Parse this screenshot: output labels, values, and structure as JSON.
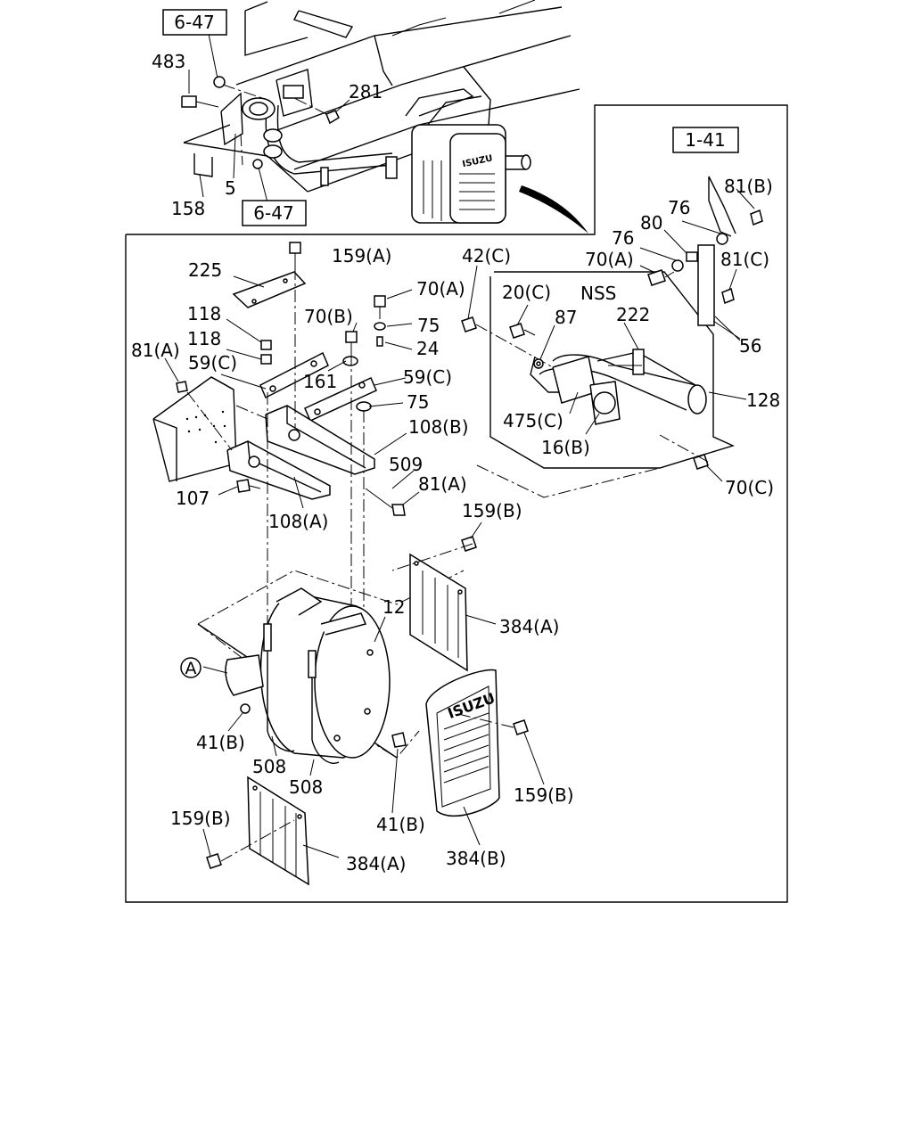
{
  "refs": {
    "r647_top": "6-47",
    "r647_bottom": "6-47",
    "r141": "1-41"
  },
  "circle_label": "A",
  "labels": {
    "p483": "483",
    "p281": "281",
    "p5": "5",
    "p158": "158",
    "p81B": "81(B)",
    "p76a": "76",
    "p80": "80",
    "p76b": "76",
    "p70A_right": "70(A)",
    "p81C": "81(C)",
    "p56": "56",
    "p159A": "159(A)",
    "p225": "225",
    "p42C": "42(C)",
    "p70A_mid": "70(A)",
    "p20C": "20(C)",
    "pNSS": "NSS",
    "p118a": "118",
    "p70B": "70(B)",
    "p75a": "75",
    "p87": "87",
    "p222": "222",
    "p118b": "118",
    "p24": "24",
    "p81A_left": "81(A)",
    "p59C_left": "59(C)",
    "p161": "161",
    "p59C_right": "59(C)",
    "p128": "128",
    "p75b": "75",
    "p475C": "475(C)",
    "p108B": "108(B)",
    "p16B": "16(B)",
    "p509": "509",
    "p70C": "70(C)",
    "p107": "107",
    "p81A_mid": "81(A)",
    "p108A": "108(A)",
    "p159B_top": "159(B)",
    "p12": "12",
    "p384A_top": "384(A)",
    "p41B_left": "41(B)",
    "p508a": "508",
    "p508b": "508",
    "p41B_mid": "41(B)",
    "p159B_right": "159(B)",
    "p159B_left": "159(B)",
    "p384A_bottom": "384(A)",
    "p384B": "384(B)"
  },
  "logos": {
    "top_shield": "ISUZU",
    "heat_shield": "ISUZU"
  }
}
